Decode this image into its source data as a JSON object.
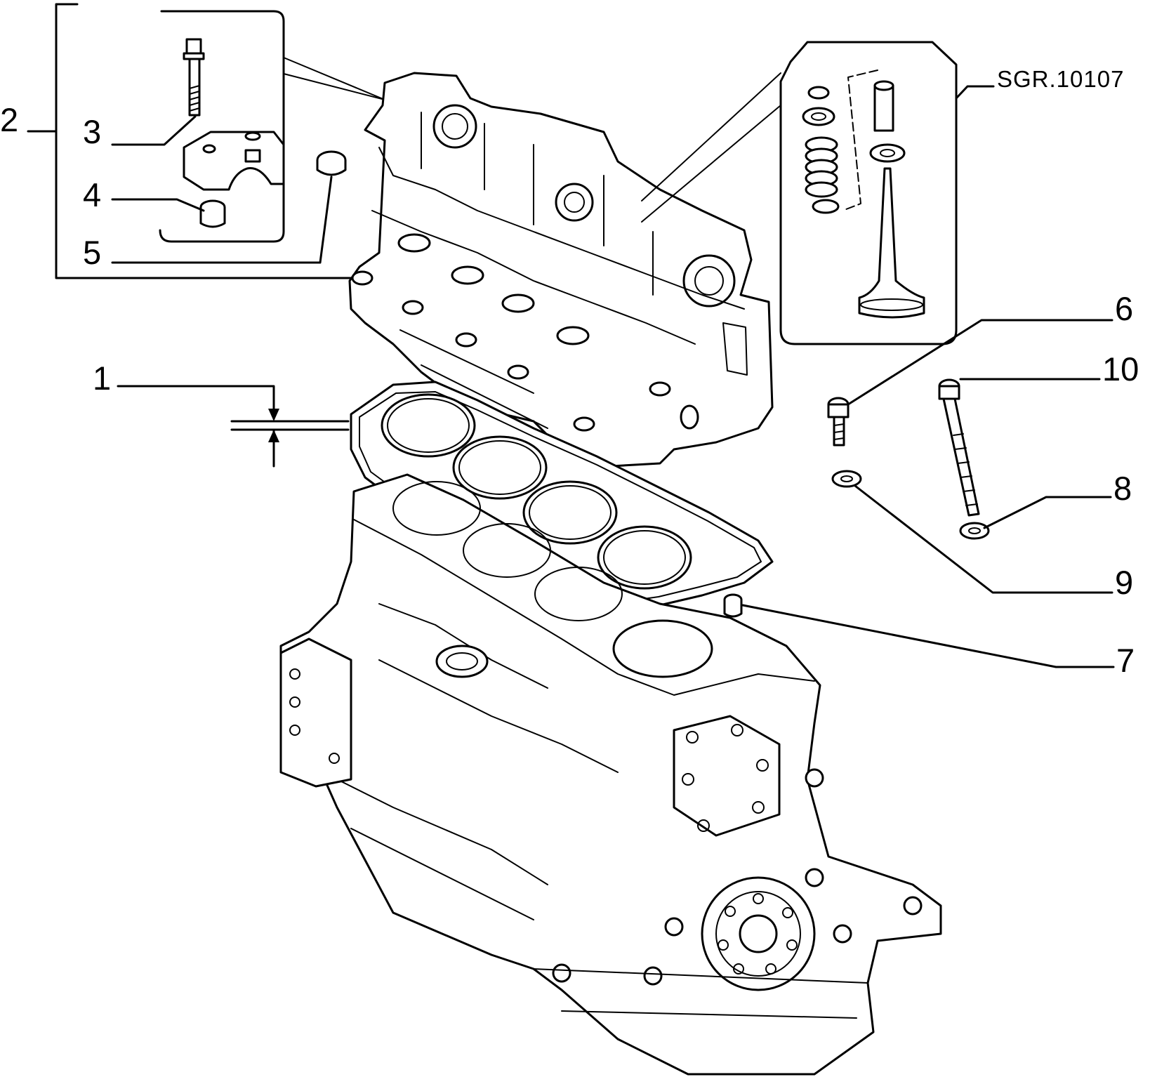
{
  "diagram": {
    "reference_code": "SGR.10107",
    "callouts": [
      {
        "id": "1",
        "label": "1"
      },
      {
        "id": "2",
        "label": "2"
      },
      {
        "id": "3",
        "label": "3"
      },
      {
        "id": "4",
        "label": "4"
      },
      {
        "id": "5",
        "label": "5"
      },
      {
        "id": "6",
        "label": "6"
      },
      {
        "id": "7",
        "label": "7"
      },
      {
        "id": "8",
        "label": "8"
      },
      {
        "id": "9",
        "label": "9"
      },
      {
        "id": "10",
        "label": "10"
      }
    ]
  }
}
